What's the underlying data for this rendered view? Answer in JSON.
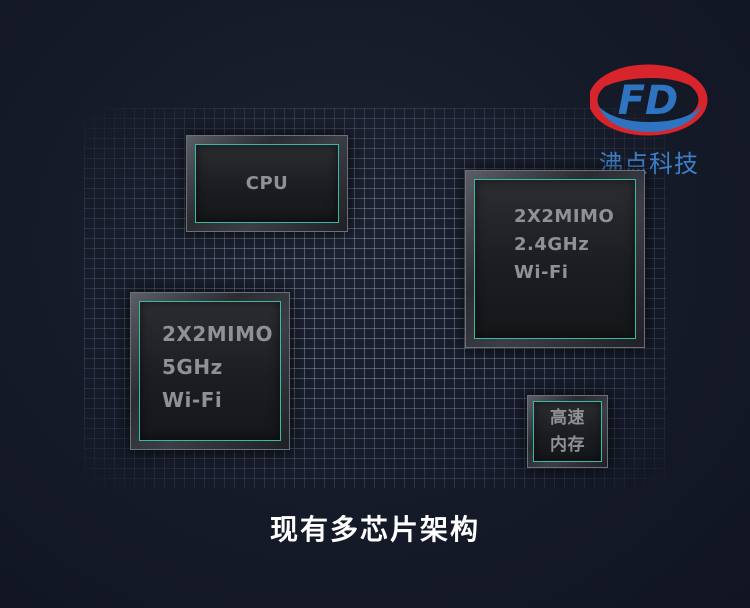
{
  "logo": {
    "letters": "FD",
    "brand_name": "沸点科技",
    "colors": {
      "ring": "#d8242b",
      "blue": "#2f74c0"
    }
  },
  "chips": {
    "cpu": {
      "lines": [
        "CPU"
      ]
    },
    "wifi_24": {
      "lines": [
        "2X2MIMO",
        "2.4GHz",
        "Wi-Fi"
      ]
    },
    "wifi_5": {
      "lines": [
        "2X2MIMO",
        "5GHz",
        "Wi-Fi"
      ]
    },
    "memory": {
      "lines": [
        "高速",
        "内存"
      ]
    }
  },
  "caption": "现有多芯片架构",
  "colors": {
    "background": "#141826",
    "die_border": "#3bb9a6",
    "chip_text": "#8f9197",
    "caption": "#ffffff"
  }
}
